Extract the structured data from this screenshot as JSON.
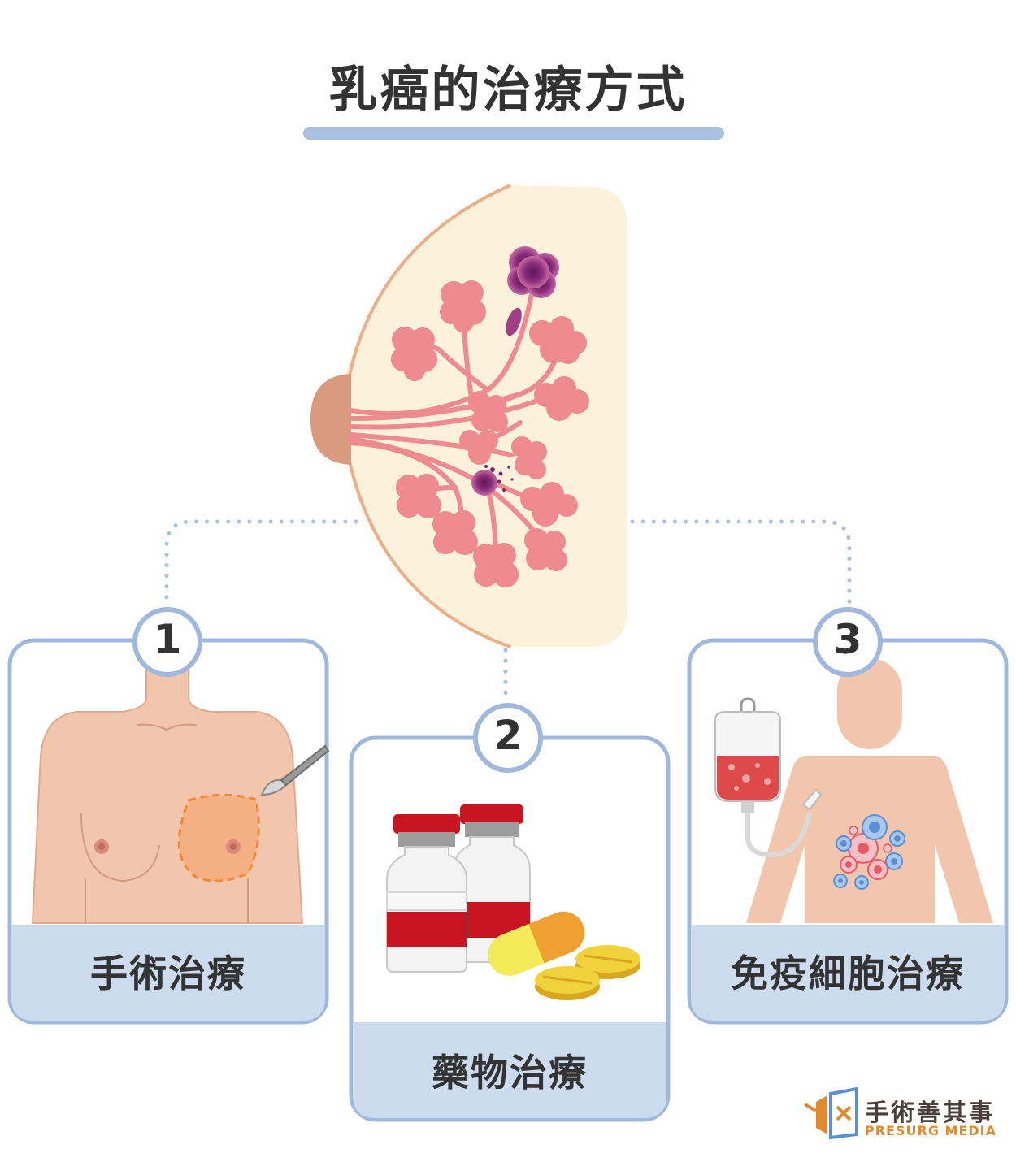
{
  "title": "乳癌的治療方式",
  "treatments": [
    {
      "number": "1",
      "label": "手術治療"
    },
    {
      "number": "2",
      "label": "藥物治療"
    },
    {
      "number": "3",
      "label": "免疫細胞治療"
    }
  ],
  "brand": {
    "name_zh": "手術善其事",
    "name_en": "PRESURG MEDIA"
  },
  "colors": {
    "accent": "#a9c0df",
    "card_border": "#9fb8dc",
    "card_label_bg": "#ccdbee",
    "skin": "#f1c6ad",
    "tissue_bg": "#fcf2dc",
    "lobule": "#ee8a90",
    "tumor": "#7a2a6e"
  }
}
